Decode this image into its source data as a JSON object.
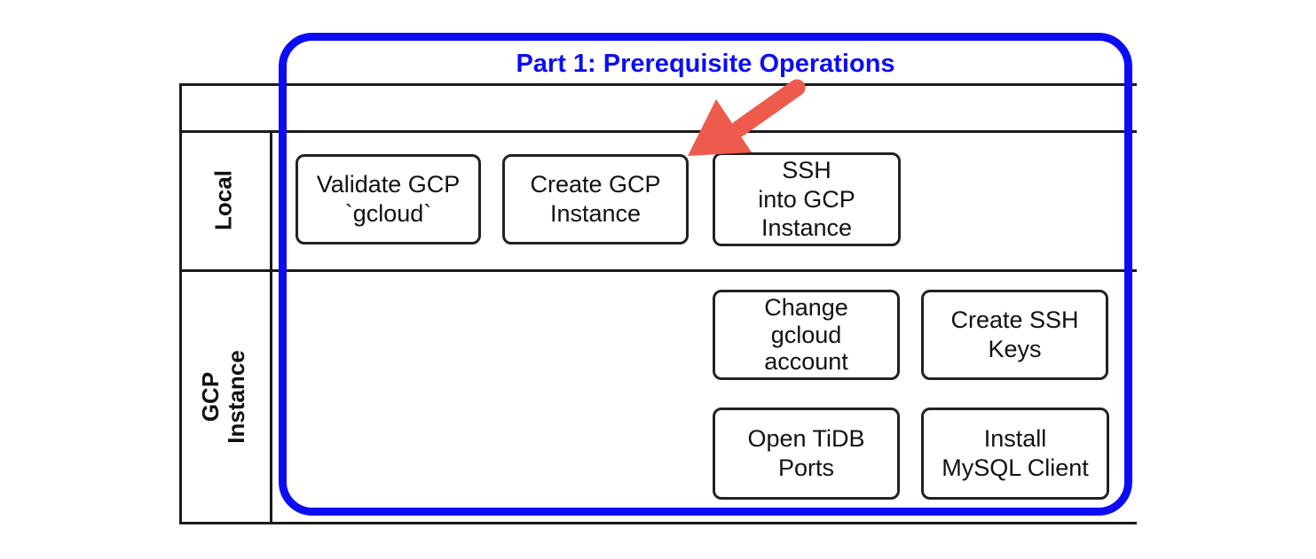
{
  "diagram": {
    "title": "Part 1: Prerequisite Operations",
    "lanes": [
      {
        "label": "Local"
      },
      {
        "label": "GCP Instance",
        "lines": [
          "GCP",
          "Instance"
        ]
      }
    ],
    "boxes": [
      {
        "name": "validate-gcp-gcloud",
        "lane": "Local",
        "lines": [
          "Validate GCP",
          "`gcloud`"
        ]
      },
      {
        "name": "create-gcp-instance",
        "lane": "Local",
        "lines": [
          "Create GCP",
          "Instance"
        ]
      },
      {
        "name": "ssh-into-gcp-instance",
        "lane": "Local",
        "lines": [
          "SSH",
          "into GCP",
          "Instance"
        ]
      },
      {
        "name": "change-gcloud-account",
        "lane": "GCP Instance",
        "lines": [
          "Change",
          "gcloud",
          "account"
        ]
      },
      {
        "name": "create-ssh-keys",
        "lane": "GCP Instance",
        "lines": [
          "Create SSH",
          "Keys"
        ]
      },
      {
        "name": "open-tidb-ports",
        "lane": "GCP Instance",
        "lines": [
          "Open TiDB",
          "Ports"
        ]
      },
      {
        "name": "install-mysql-client",
        "lane": "GCP Instance",
        "lines": [
          "Install",
          "MySQL Client"
        ]
      }
    ],
    "annotation": {
      "type": "arrow",
      "points_to_box": "create-gcp-instance"
    },
    "colors": {
      "group_border": "#0D0DF5",
      "title": "#0D0DF5",
      "arrow": "#EE5B4C",
      "table_line": "#1A1A1A",
      "box_border": "#222222",
      "box_text": "#111111",
      "background": "#FFFFFF"
    }
  }
}
